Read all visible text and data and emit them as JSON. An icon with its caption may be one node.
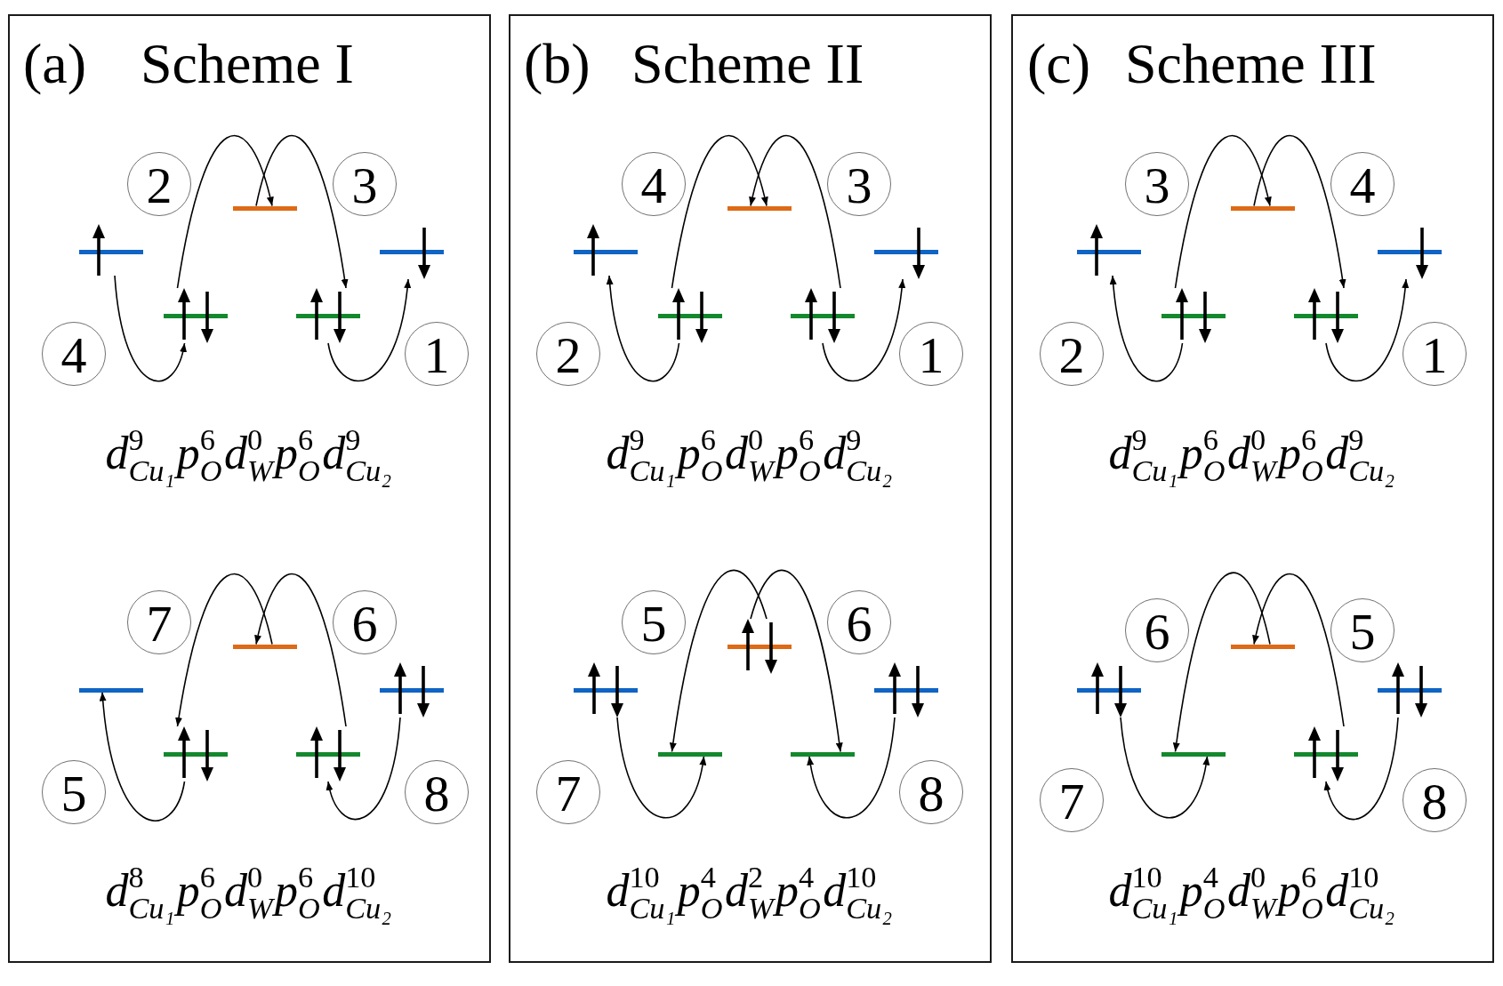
{
  "diagram": {
    "nodes": [
      {
        "text": [
          "(a)",
          "Scheme I",
          "d$^{9}$$_{Cu₁}$p$^{6}$$_{O}$d$^{0}$$_{W}$p$^{6}$$_{O}$d$^{9}$$_{Cu₂}$",
          "d$^{8}$$_{Cu₁}$p$^{6}$$_{O}$d$^{0}$$_{W}$p$^{6}$$_{O}$d$^{10}$$_{Cu₂}$"
        ]
      },
      {
        "text": [
          "2"
        ],
        "in": 0
      },
      {
        "text": [],
        "shape": "bar",
        "in": 0
      },
      {
        "text": [
          "3"
        ],
        "in": 0
      },
      {
        "text": [],
        "shape": "bar",
        "in": 0
      },
      {
        "text": [],
        "shape": "bar",
        "in": 0
      },
      {
        "text": [],
        "shape": "bar",
        "in": 0
      },
      {
        "text": [],
        "shape": "bar",
        "in": 0
      },
      {
        "text": [
          "4"
        ],
        "in": 0
      },
      {
        "text": [
          "1"
        ],
        "in": 0
      },
      {
        "text": [
          "7"
        ],
        "in": 0
      },
      {
        "text": [],
        "shape": "bar",
        "in": 0
      },
      {
        "text": [
          "6"
        ],
        "in": 0
      },
      {
        "text": [],
        "shape": "bar",
        "in": 0
      },
      {
        "text": [],
        "shape": "bar",
        "in": 0
      },
      {
        "text": [],
        "shape": "bar",
        "in": 0
      },
      {
        "text": [],
        "shape": "bar",
        "in": 0
      },
      {
        "text": [
          "5"
        ],
        "in": 0
      },
      {
        "text": [
          "8"
        ],
        "in": 0
      },
      {
        "text": [
          "(b)",
          "Scheme II",
          "d$^{9}$$_{Cu₁}$p$^{6}$$_{O}$d$^{0}$$_{W}$p$^{6}$$_{O}$d$^{9}$$_{Cu₂}$",
          "d$^{10}$$_{Cu₁}$p$^{4}$$_{O}$d$^{2}$$_{W}$p$^{4}$$_{O}$d$^{10}$$_{Cu₂}$"
        ]
      },
      {
        "text": [
          "4"
        ],
        "in": 19
      },
      {
        "text": [],
        "shape": "bar",
        "in": 19
      },
      {
        "text": [
          "3"
        ],
        "in": 19
      },
      {
        "text": [],
        "shape": "bar",
        "in": 19
      },
      {
        "text": [],
        "shape": "bar",
        "in": 19
      },
      {
        "text": [],
        "shape": "bar",
        "in": 19
      },
      {
        "text": [],
        "shape": "bar",
        "in": 19
      },
      {
        "text": [
          "2"
        ],
        "in": 19
      },
      {
        "text": [
          "1"
        ],
        "in": 19
      },
      {
        "text": [
          "5"
        ],
        "in": 19
      },
      {
        "text": [],
        "shape": "bar",
        "in": 19
      },
      {
        "text": [
          "6"
        ],
        "in": 19
      },
      {
        "text": [],
        "shape": "bar",
        "in": 19
      },
      {
        "text": [],
        "shape": "bar",
        "in": 19
      },
      {
        "text": [],
        "shape": "bar",
        "in": 19
      },
      {
        "text": [],
        "shape": "bar",
        "in": 19
      },
      {
        "text": [
          "7"
        ],
        "in": 19
      },
      {
        "text": [
          "8"
        ],
        "in": 19
      },
      {
        "text": [
          "(c)",
          "Scheme III",
          "d$^{9}$$_{Cu₁}$p$^{6}$$_{O}$d$^{0}$$_{W}$p$^{6}$$_{O}$d$^{9}$$_{Cu₂}$",
          "d$^{10}$$_{Cu₁}$p$^{4}$$_{O}$d$^{0}$$_{W}$p$^{6}$$_{O}$d$^{10}$$_{Cu₂}$"
        ]
      },
      {
        "text": [
          "3"
        ],
        "in": 38
      },
      {
        "text": [],
        "shape": "bar",
        "in": 38
      },
      {
        "text": [
          "4"
        ],
        "in": 38
      },
      {
        "text": [],
        "shape": "bar",
        "in": 38
      },
      {
        "text": [],
        "shape": "bar",
        "in": 38
      },
      {
        "text": [],
        "shape": "bar",
        "in": 38
      },
      {
        "text": [],
        "shape": "bar",
        "in": 38
      },
      {
        "text": [
          "2"
        ],
        "in": 38
      },
      {
        "text": [
          "1"
        ],
        "in": 38
      },
      {
        "text": [
          "6"
        ],
        "in": 38
      },
      {
        "text": [],
        "shape": "bar",
        "in": 38
      },
      {
        "text": [
          "5"
        ],
        "in": 38
      },
      {
        "text": [],
        "shape": "bar",
        "in": 38
      },
      {
        "text": [],
        "shape": "bar",
        "in": 38
      },
      {
        "text": [],
        "shape": "bar",
        "in": 38
      },
      {
        "text": [],
        "shape": "bar",
        "in": 38
      },
      {
        "text": [
          "7"
        ],
        "in": 38
      },
      {
        "text": [
          "8"
        ],
        "in": 38
      }
    ],
    "edges": [
      {
        "from": 7,
        "to": 5,
        "arrow": "to"
      },
      {
        "from": 6,
        "to": 2,
        "arrow": "to"
      },
      {
        "from": 2,
        "to": 7,
        "arrow": "to"
      },
      {
        "from": 4,
        "to": 6,
        "arrow": "to"
      },
      {
        "from": 15,
        "to": 13,
        "arrow": "to"
      },
      {
        "from": 16,
        "to": 11,
        "arrow": "to"
      },
      {
        "from": 11,
        "to": 15,
        "arrow": "to"
      },
      {
        "from": 14,
        "to": 16,
        "arrow": "to"
      },
      {
        "from": 26,
        "to": 24,
        "arrow": "to"
      },
      {
        "from": 25,
        "to": 23,
        "arrow": "to"
      },
      {
        "from": 26,
        "to": 21,
        "arrow": "to"
      },
      {
        "from": 25,
        "to": 21,
        "arrow": "to"
      },
      {
        "from": 30,
        "to": 34,
        "arrow": "to"
      },
      {
        "from": 30,
        "to": 35,
        "arrow": "to"
      },
      {
        "from": 32,
        "to": 34,
        "arrow": "to"
      },
      {
        "from": 33,
        "to": 35,
        "arrow": "to"
      },
      {
        "from": 45,
        "to": 43,
        "arrow": "to"
      },
      {
        "from": 44,
        "to": 42,
        "arrow": "to"
      },
      {
        "from": 44,
        "to": 40,
        "arrow": "to"
      },
      {
        "from": 40,
        "to": 45,
        "arrow": "to"
      },
      {
        "from": 54,
        "to": 49,
        "arrow": "to"
      },
      {
        "from": 49,
        "to": 53,
        "arrow": "to"
      },
      {
        "from": 51,
        "to": 53,
        "arrow": "to"
      },
      {
        "from": 52,
        "to": 54,
        "arrow": "to"
      }
    ]
  }
}
